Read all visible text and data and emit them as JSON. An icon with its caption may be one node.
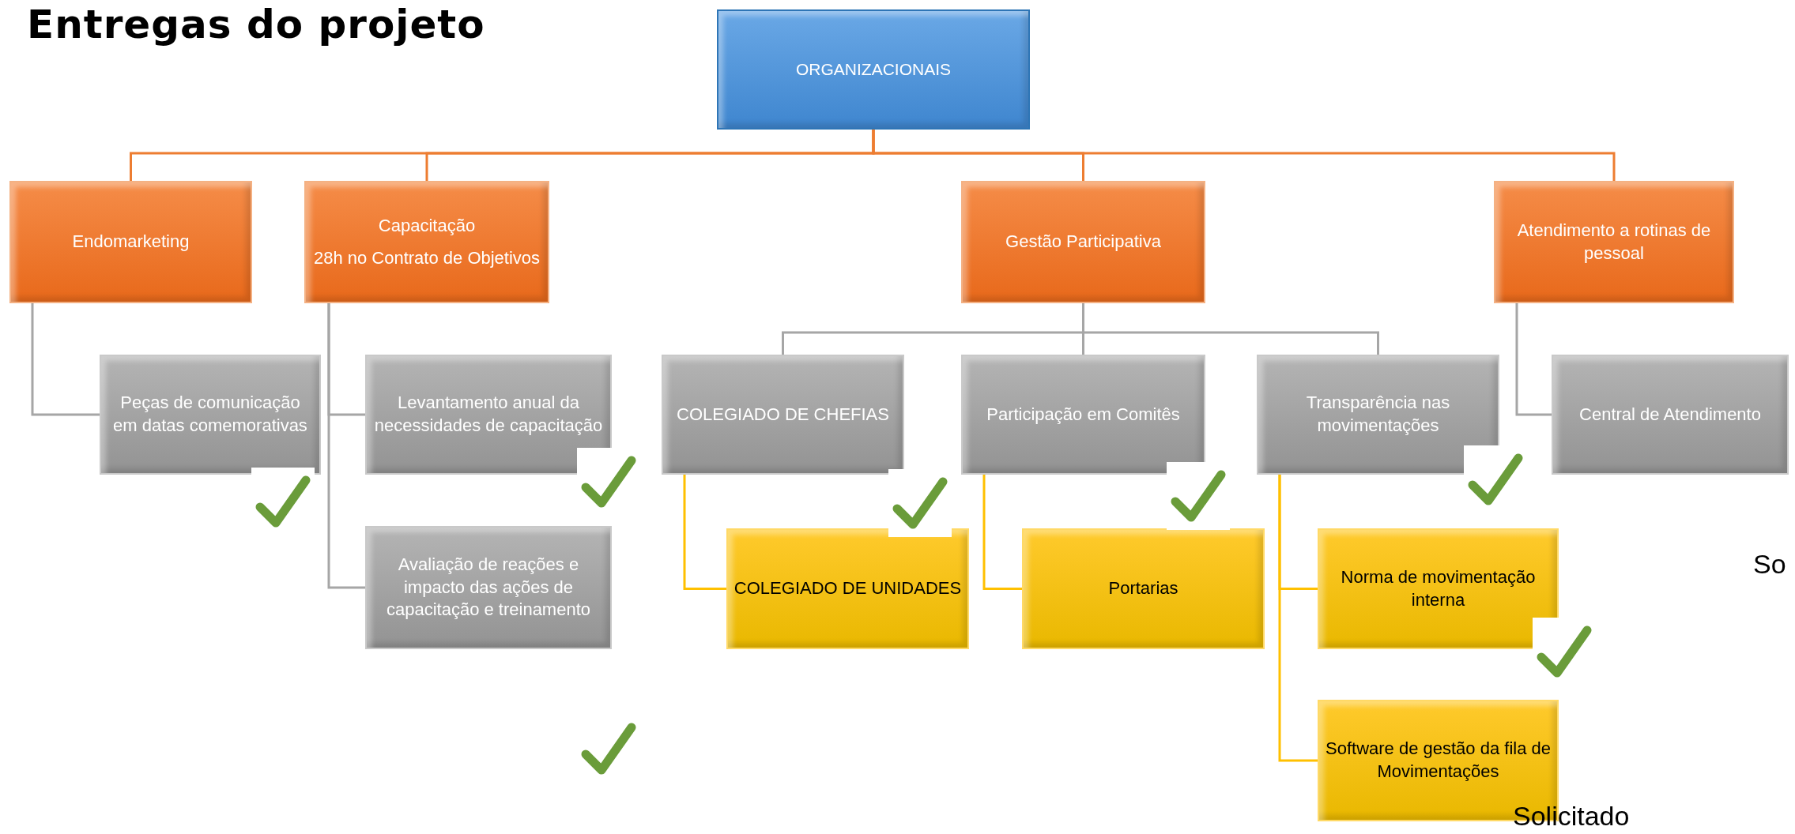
{
  "diagram": {
    "title": "Entregas do projeto",
    "nodes": [
      {
        "text": [
          "ORGANIZACIONAIS"
        ]
      },
      {
        "text": [
          "Endomarketing"
        ]
      },
      {
        "text": [
          "Capacitação",
          "28h no Contrato de Objetivos"
        ]
      },
      {
        "text": [
          "Gestão Participativa"
        ]
      },
      {
        "text": [
          "Atendimento a rotinas de pessoal"
        ]
      },
      {
        "text": [
          "Peças de comunicação em datas comemorativas"
        ]
      },
      {
        "text": [
          "Levantamento anual da necessidades de capacitação"
        ]
      },
      {
        "text": [
          "COLEGIADO DE CHEFIAS"
        ]
      },
      {
        "text": [
          "Participação em Comitês"
        ]
      },
      {
        "text": [
          "Transparência nas movimentações"
        ]
      },
      {
        "text": [
          "Central de Atendimento"
        ]
      },
      {
        "text": [
          "Avaliação de reações e impacto das ações de capacitação e treinamento"
        ]
      },
      {
        "text": [
          "COLEGIADO DE UNIDADES"
        ]
      },
      {
        "text": [
          "Portarias"
        ]
      },
      {
        "text": [
          "Norma de movimentação interna"
        ]
      },
      {
        "text": [
          "Software de gestão da fila de Movimentações"
        ]
      }
    ],
    "edges": [
      {
        "from": 0,
        "to": 1,
        "arrow": "none",
        "color": "#ed7d31"
      },
      {
        "from": 0,
        "to": 2,
        "arrow": "none",
        "color": "#ed7d31"
      },
      {
        "from": 0,
        "to": 3,
        "arrow": "none",
        "color": "#ed7d31"
      },
      {
        "from": 0,
        "to": 4,
        "arrow": "none",
        "color": "#ed7d31"
      },
      {
        "from": 1,
        "to": 5,
        "arrow": "none"
      },
      {
        "from": 2,
        "to": 6,
        "arrow": "none"
      },
      {
        "from": 2,
        "to": 11,
        "arrow": "none"
      },
      {
        "from": 3,
        "to": 7,
        "arrow": "none"
      },
      {
        "from": 3,
        "to": 8,
        "arrow": "none"
      },
      {
        "from": 3,
        "to": 9,
        "arrow": "none"
      },
      {
        "from": 4,
        "to": 10,
        "arrow": "none"
      },
      {
        "from": 7,
        "to": 12,
        "arrow": "none",
        "color": "#ffc000"
      },
      {
        "from": 8,
        "to": 13,
        "arrow": "none",
        "color": "#ffc000"
      },
      {
        "from": 9,
        "to": 14,
        "arrow": "none",
        "color": "#ffc000"
      },
      {
        "from": 9,
        "to": 15,
        "arrow": "none",
        "color": "#ffc000"
      }
    ],
    "labels": [
      "So",
      "Solicitado"
    ]
  }
}
